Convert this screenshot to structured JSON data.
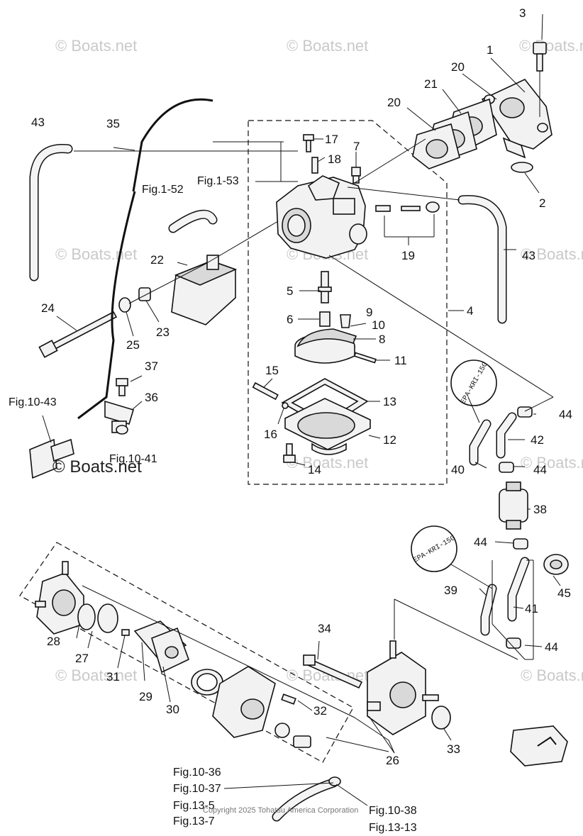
{
  "watermark": {
    "text": "© Boats.net",
    "copyright": "Copyright 2025 Tohatsu America Corporation"
  },
  "labels": {
    "p1": "1",
    "p2": "2",
    "p3": "3",
    "p4": "4",
    "p5": "5",
    "p6": "6",
    "p7": "7",
    "p8": "8",
    "p9": "9",
    "p10": "10",
    "p11": "11",
    "p12": "12",
    "p13": "13",
    "p14": "14",
    "p15": "15",
    "p16": "16",
    "p17": "17",
    "p18": "18",
    "p19": "19",
    "p20a": "20",
    "p20b": "20",
    "p21": "21",
    "p22": "22",
    "p23": "23",
    "p24": "24",
    "p25": "25",
    "p26": "26",
    "p27": "27",
    "p28": "28",
    "p29": "29",
    "p30": "30",
    "p31": "31",
    "p32": "32",
    "p33": "33",
    "p34": "34",
    "p35": "35",
    "p36": "36",
    "p37": "37",
    "p38": "38",
    "p39": "39",
    "p40": "40",
    "p41": "41",
    "p42": "42",
    "p43a": "43",
    "p43b": "43",
    "p44a": "44",
    "p44b": "44",
    "p44c": "44",
    "p44d": "44",
    "p45": "45"
  },
  "refs": {
    "fig1_52": "Fig.1-52",
    "fig1_53": "Fig.1-53",
    "fig10_43": "Fig.10-43",
    "fig10_41": "Fig.10-41",
    "fig10_36": "Fig.10-36",
    "fig10_37": "Fig.10-37",
    "fig13_5": "Fig.13-5",
    "fig13_7": "Fig.13-7",
    "fig10_38": "Fig.10-38",
    "fig13_13": "Fig.13-13"
  },
  "stamps": {
    "upper": "EPA-KRI-15G",
    "lower": "EPA-KRI-15G"
  }
}
